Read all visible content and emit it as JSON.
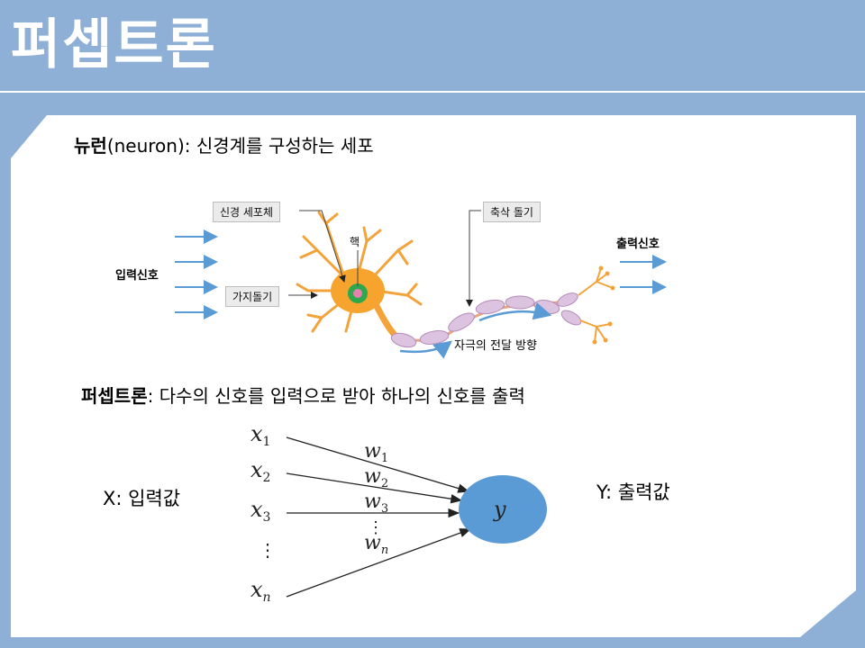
{
  "slide": {
    "title": "퍼셉트론"
  },
  "neuron_section": {
    "term": "뉴런",
    "term_en": "(neuron)",
    "definition": ": 신경계를 구성하는 세포",
    "labels": {
      "input_signal": "입력신호",
      "output_signal": "출력신호",
      "cell_body": "신경 세포체",
      "nucleus": "핵",
      "dendrite": "가지돌기",
      "axon": "축삭 돌기",
      "direction": "자극의 전달 방향"
    }
  },
  "perceptron_section": {
    "term": "퍼셉트론",
    "definition": ": 다수의 신호를 입력으로 받아 하나의 신호를 출력",
    "input_label": "X: 입력값",
    "output_label": "Y: 출력값",
    "inputs": [
      "x1",
      "x2",
      "x3",
      "⋮",
      "xn"
    ],
    "weights": [
      "w1",
      "w2",
      "w3",
      "⋮",
      "wn"
    ],
    "output_node": "y"
  },
  "colors": {
    "background": "#8eafd6",
    "panel": "#ffffff",
    "node": "#5b9bd5",
    "arrow": "#5b9bd5"
  }
}
